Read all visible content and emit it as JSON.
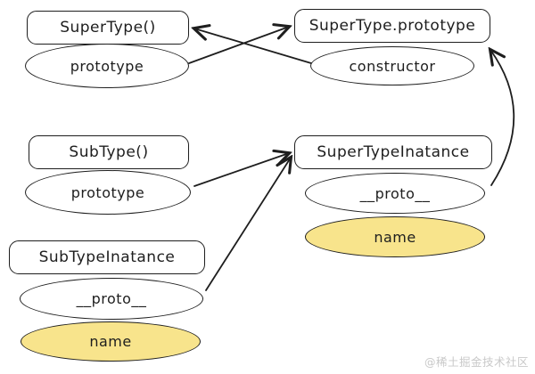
{
  "diagram": {
    "title_hint": "JavaScript prototype chain inheritance diagram",
    "nodes": {
      "supertype_fn": {
        "label": "SuperType()"
      },
      "supertype_fn_prototype": {
        "label": "prototype"
      },
      "supertype_prototype": {
        "label": "SuperType.prototype"
      },
      "constructor_prop": {
        "label": "constructor"
      },
      "subtype_fn": {
        "label": "SubType()"
      },
      "subtype_fn_prototype": {
        "label": "prototype"
      },
      "supertype_instance": {
        "label": "SuperTypeInatance"
      },
      "supertype_instance_proto": {
        "label": "__proto__"
      },
      "supertype_instance_name": {
        "label": "name"
      },
      "subtype_instance": {
        "label": "SubTypeInatance"
      },
      "subtype_instance_proto": {
        "label": "__proto__"
      },
      "subtype_instance_name": {
        "label": "name"
      }
    },
    "edges": [
      {
        "from": "supertype_fn_prototype",
        "to": "supertype_prototype"
      },
      {
        "from": "constructor_prop",
        "to": "supertype_fn"
      },
      {
        "from": "subtype_fn_prototype",
        "to": "supertype_instance"
      },
      {
        "from": "subtype_instance_proto",
        "to": "supertype_instance"
      },
      {
        "from": "supertype_instance_proto",
        "to": "supertype_prototype"
      }
    ],
    "colors": {
      "stroke": "#1e1e1e",
      "highlight_fill": "#f8e48c",
      "background": "#ffffff",
      "watermark_text": "#c9c9c9"
    },
    "watermark": "@稀土掘金技术社区"
  }
}
